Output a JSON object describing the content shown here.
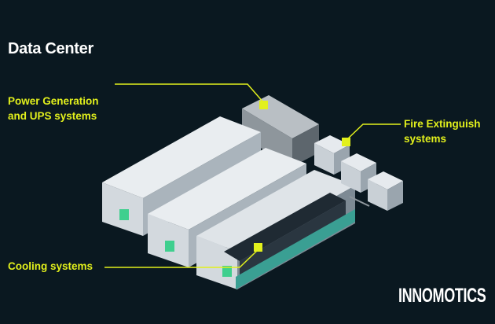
{
  "title": "Data Center",
  "labels": {
    "power": [
      "Power Generation",
      "and UPS systems"
    ],
    "fire": [
      "Fire Extinguish",
      "systems"
    ],
    "cooling": "Cooling systems"
  },
  "logo": "INNOMOTICS",
  "colors": {
    "background": "#0a1820",
    "accent": "#e2f01c"
  }
}
